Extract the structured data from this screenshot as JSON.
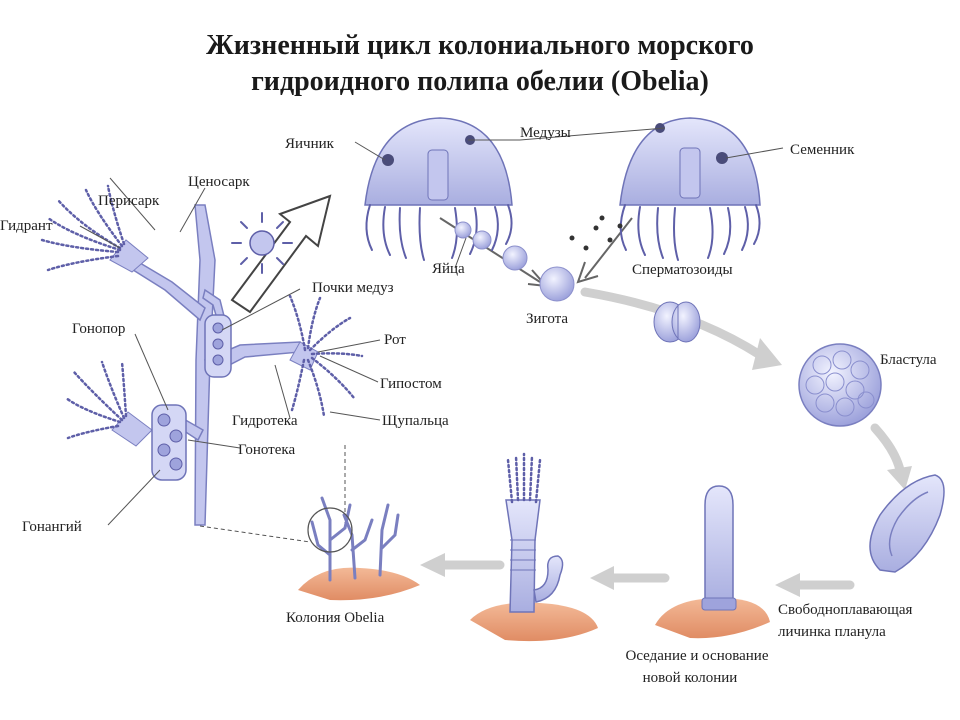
{
  "title": {
    "line1": "Жизненный цикл колониального морского",
    "line2": "гидроидного полипа обелии (Obelia)"
  },
  "labels": {
    "gidrant": "Гидрант",
    "perisark": "Перисарк",
    "cenosark": "Ценосарк",
    "gonopor": "Гонопор",
    "gonangiy": "Гонангий",
    "pochki_meduz": "Почки медуз",
    "rot": "Рот",
    "gipostom": "Гипостом",
    "gidroteka": "Гидротека",
    "shchupaltsa": "Щупальца",
    "gonoteka": "Гонотека",
    "yaichnik": "Яичник",
    "meduzy": "Медузы",
    "semennik": "Семенник",
    "yaitsa": "Яйца",
    "spermatozoidy": "Сперматозоиды",
    "zigota": "Зигота",
    "blastula": "Бластула",
    "planula_1": "Свободноплавающая",
    "planula_2": "личинка планула",
    "osedanie_1": "Оседание и основание",
    "osedanie_2": "новой колонии",
    "koloniya": "Колония Obelia"
  },
  "colors": {
    "body": "#b9bde8",
    "body_stroke": "#6f74b8",
    "tentacle": "#5e5fa8",
    "arrow": "#c9c9c9",
    "substrate": "#e9a27e"
  }
}
